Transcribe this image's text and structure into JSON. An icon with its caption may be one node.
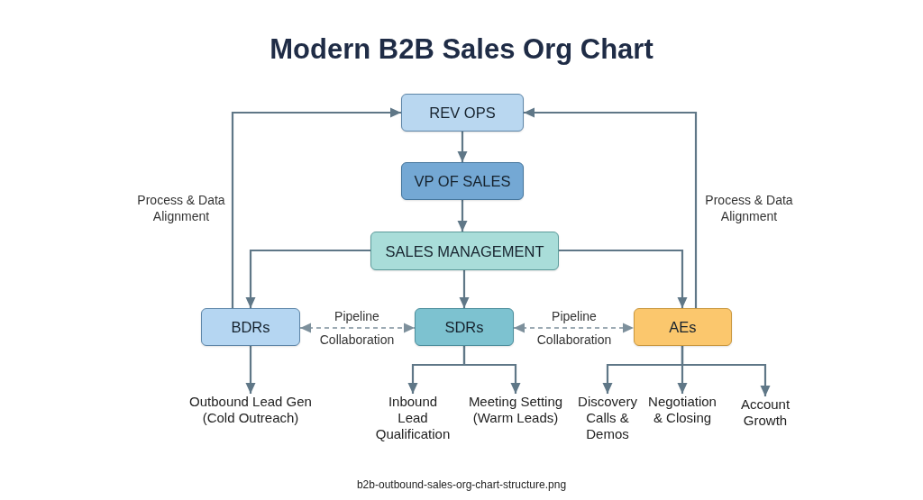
{
  "diagram": {
    "title": "Modern B2B Sales Org Chart",
    "caption": "b2b-outbound-sales-org-chart-structure.png",
    "nodes": [
      {
        "text": [
          "REV OPS"
        ]
      },
      {
        "text": [
          "VP OF SALES"
        ]
      },
      {
        "text": [
          "SALES MANAGEMENT"
        ]
      },
      {
        "text": [
          "BDRs"
        ]
      },
      {
        "text": [
          "SDRs"
        ]
      },
      {
        "text": [
          "AEs"
        ]
      },
      {
        "text": [
          "Outbound Lead Gen (Cold Outreach)"
        ]
      },
      {
        "text": [
          "Inbound Lead Qualification"
        ]
      },
      {
        "text": [
          "Meeting Setting (Warm Leads)"
        ]
      },
      {
        "text": [
          "Discovery Calls & Demos"
        ]
      },
      {
        "text": [
          "Negotiation & Closing"
        ]
      },
      {
        "text": [
          "Account Growth"
        ]
      }
    ],
    "edges": [
      {
        "from": 0,
        "to": 1,
        "arrow": "to"
      },
      {
        "from": 1,
        "to": 2,
        "arrow": "to"
      },
      {
        "from": 2,
        "to": 3,
        "arrow": "to"
      },
      {
        "from": 2,
        "to": 4,
        "arrow": "to"
      },
      {
        "from": 2,
        "to": 5,
        "arrow": "to"
      },
      {
        "from": 3,
        "to": 0,
        "arrow": "to",
        "label": "Process & Data Alignment"
      },
      {
        "from": 5,
        "to": 0,
        "arrow": "to",
        "label": "Process & Data Alignment"
      },
      {
        "from": 3,
        "to": 4,
        "arrow": "both",
        "label": "Pipeline Collaboration",
        "style": "dashed",
        "color": "#7d909c"
      },
      {
        "from": 4,
        "to": 5,
        "arrow": "both",
        "label": "Pipeline Collaboration",
        "style": "dashed",
        "color": "#7d909c"
      },
      {
        "from": 3,
        "to": 6,
        "arrow": "to"
      },
      {
        "from": 4,
        "to": 7,
        "arrow": "to"
      },
      {
        "from": 4,
        "to": 8,
        "arrow": "to"
      },
      {
        "from": 5,
        "to": 9,
        "arrow": "to"
      },
      {
        "from": 5,
        "to": 10,
        "arrow": "to"
      },
      {
        "from": 5,
        "to": 11,
        "arrow": "to"
      }
    ]
  }
}
